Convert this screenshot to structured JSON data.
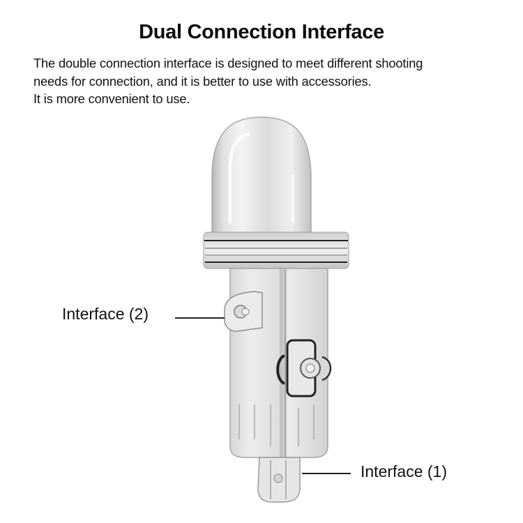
{
  "heading": "Dual Connection Interface",
  "description": [
    "The double connection interface is designed to meet different shooting",
    "needs for connection, and it is better to use with accessories.",
    "It is more convenient to use."
  ],
  "callouts": [
    {
      "label": "Interface (2)",
      "target": "side-mount"
    },
    {
      "label": "Interface (1)",
      "target": "bottom-mount"
    }
  ],
  "product": {
    "name": "transparent dome housing with dual mounts",
    "colors": {
      "clear": "#e9e9e9",
      "edge": "#9a9a9a",
      "dark": "#2a2a2a"
    }
  }
}
